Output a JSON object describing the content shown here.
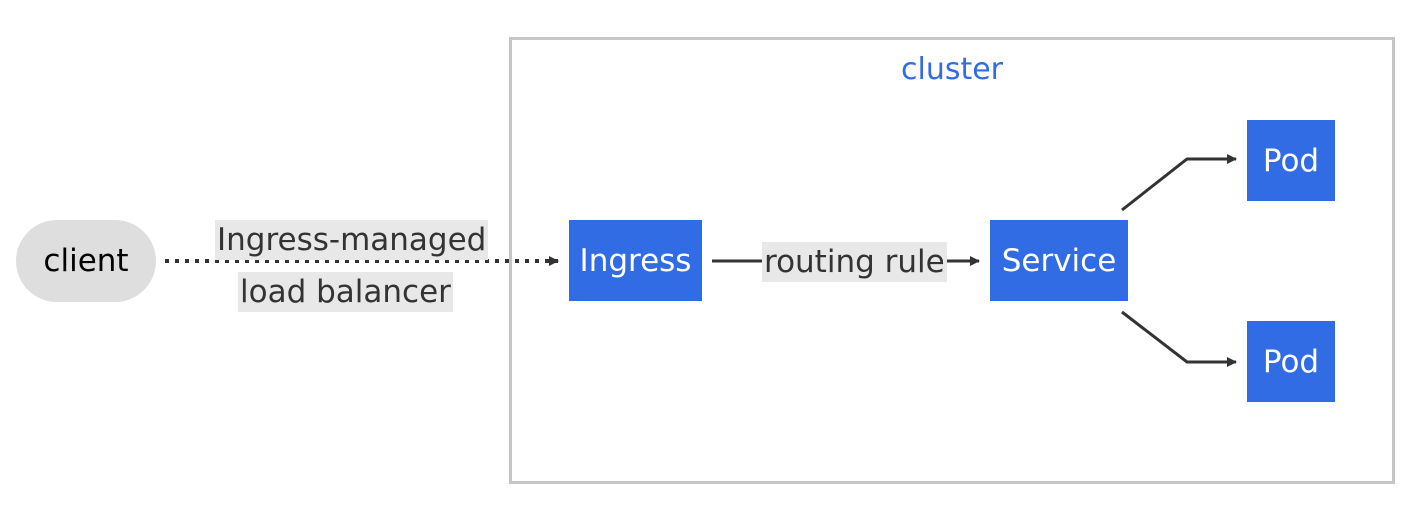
{
  "cluster": {
    "label": "cluster"
  },
  "nodes": {
    "client": "client",
    "ingress": "Ingress",
    "service": "Service",
    "pod_top": "Pod",
    "pod_bottom": "Pod"
  },
  "edges": {
    "client_to_ingress": {
      "label_line1": "Ingress-managed",
      "label_line2": "load balancer",
      "style": "dotted"
    },
    "ingress_to_service": {
      "label": "routing rule",
      "style": "solid"
    },
    "service_to_pods": {
      "style": "solid"
    }
  },
  "colors": {
    "node_fill": "#326ce5",
    "node_text": "#ffffff",
    "client_fill": "#dedede",
    "cluster_border": "#c6c6c6",
    "cluster_label": "#326ce5",
    "edge_line": "#333333",
    "edge_label_bg": "#e8e8e8"
  }
}
